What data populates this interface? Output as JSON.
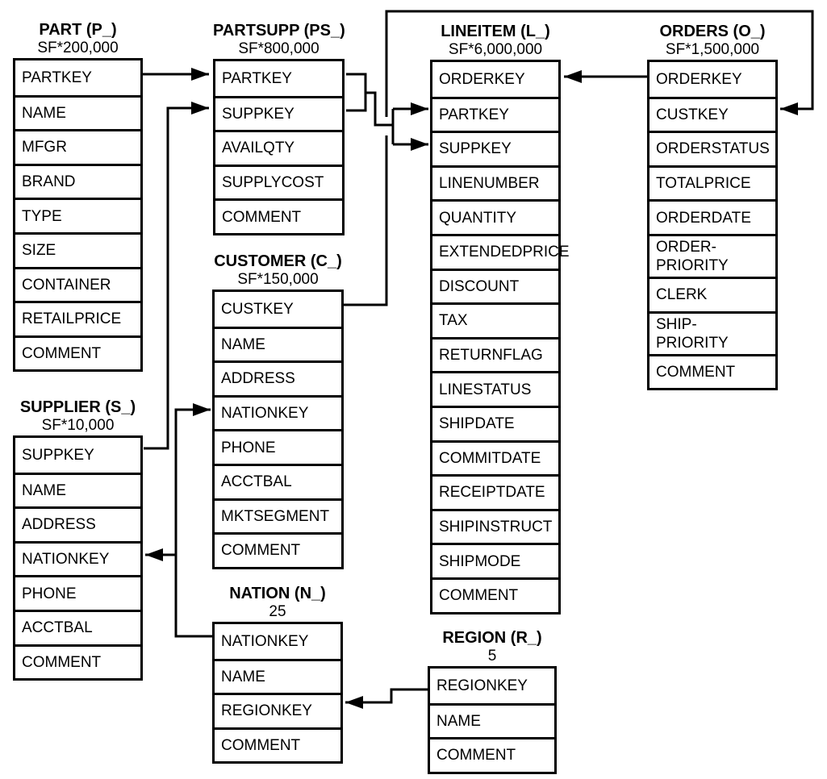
{
  "diagram_type": "database-schema",
  "colors": {
    "line": "#000000",
    "background": "#ffffff",
    "text": "#000000"
  },
  "tables": {
    "part": {
      "title": "PART (P_)",
      "cardinality": "SF*200,000",
      "columns": [
        "PARTKEY",
        "NAME",
        "MFGR",
        "BRAND",
        "TYPE",
        "SIZE",
        "CONTAINER",
        "RETAILPRICE",
        "COMMENT"
      ]
    },
    "partsupp": {
      "title": "PARTSUPP (PS_)",
      "cardinality": "SF*800,000",
      "columns": [
        "PARTKEY",
        "SUPPKEY",
        "AVAILQTY",
        "SUPPLYCOST",
        "COMMENT"
      ]
    },
    "lineitem": {
      "title": "LINEITEM (L_)",
      "cardinality": "SF*6,000,000",
      "columns": [
        "ORDERKEY",
        "PARTKEY",
        "SUPPKEY",
        "LINENUMBER",
        "QUANTITY",
        "EXTENDEDPRICE",
        "DISCOUNT",
        "TAX",
        "RETURNFLAG",
        "LINESTATUS",
        "SHIPDATE",
        "COMMITDATE",
        "RECEIPTDATE",
        "SHIPINSTRUCT",
        "SHIPMODE",
        "COMMENT"
      ]
    },
    "orders": {
      "title": "ORDERS (O_)",
      "cardinality": "SF*1,500,000",
      "columns": [
        "ORDERKEY",
        "CUSTKEY",
        "ORDERSTATUS",
        "TOTALPRICE",
        "ORDERDATE",
        "ORDER-\nPRIORITY",
        "CLERK",
        "SHIP-\nPRIORITY",
        "COMMENT"
      ]
    },
    "customer": {
      "title": "CUSTOMER (C_)",
      "cardinality": "SF*150,000",
      "columns": [
        "CUSTKEY",
        "NAME",
        "ADDRESS",
        "NATIONKEY",
        "PHONE",
        "ACCTBAL",
        "MKTSEGMENT",
        "COMMENT"
      ]
    },
    "supplier": {
      "title": "SUPPLIER (S_)",
      "cardinality": "SF*10,000",
      "columns": [
        "SUPPKEY",
        "NAME",
        "ADDRESS",
        "NATIONKEY",
        "PHONE",
        "ACCTBAL",
        "COMMENT"
      ]
    },
    "nation": {
      "title": "NATION (N_)",
      "cardinality": "25",
      "columns": [
        "NATIONKEY",
        "NAME",
        "REGIONKEY",
        "COMMENT"
      ]
    },
    "region": {
      "title": "REGION (R_)",
      "cardinality": "5",
      "columns": [
        "REGIONKEY",
        "NAME",
        "COMMENT"
      ]
    }
  },
  "relationships": [
    {
      "from": "PART.PARTKEY",
      "to": "PARTSUPP.PARTKEY"
    },
    {
      "from": "SUPPLIER.SUPPKEY",
      "to": "PARTSUPP.SUPPKEY"
    },
    {
      "from": "PARTSUPP.PARTKEY",
      "to": "LINEITEM.PARTKEY"
    },
    {
      "from": "PARTSUPP.SUPPKEY",
      "to": "LINEITEM.SUPPKEY"
    },
    {
      "from": "ORDERS.ORDERKEY",
      "to": "LINEITEM.ORDERKEY"
    },
    {
      "from": "CUSTOMER.CUSTKEY",
      "to": "ORDERS.CUSTKEY"
    },
    {
      "from": "NATION.NATIONKEY",
      "to": "CUSTOMER.NATIONKEY"
    },
    {
      "from": "NATION.NATIONKEY",
      "to": "SUPPLIER.NATIONKEY"
    },
    {
      "from": "REGION.REGIONKEY",
      "to": "NATION.REGIONKEY"
    }
  ]
}
